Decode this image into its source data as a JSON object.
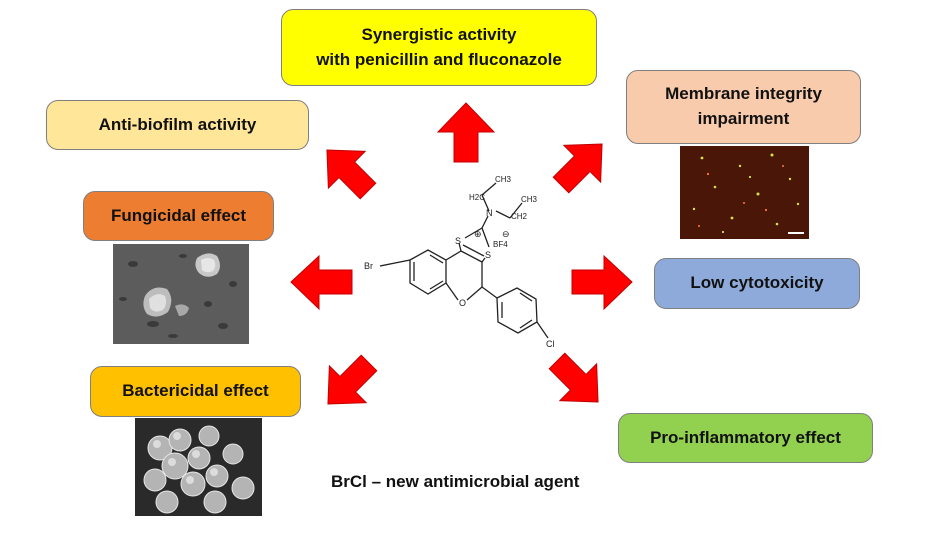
{
  "boxes": {
    "synergy": {
      "line1": "Synergistic activity",
      "line2": "with penicillin and fluconazole",
      "color": "#ffff00"
    },
    "antibiofilm": {
      "label": "Anti-biofilm activity",
      "color": "#ffe699"
    },
    "membrane": {
      "line1": "Membrane integrity",
      "line2": "impairment",
      "color": "#f8cbad"
    },
    "fungicidal": {
      "label": "Fungicidal effect",
      "color": "#ed7d31"
    },
    "cytotoxicity": {
      "label": "Low cytotoxicity",
      "color": "#8eaadb"
    },
    "bactericidal": {
      "label": "Bactericidal effect",
      "color": "#ffc000"
    },
    "proinflammatory": {
      "label": "Pro-inflammatory effect",
      "color": "#92d050"
    }
  },
  "caption": "BrCl – new antimicrobial agent",
  "arrow_color": "#ff0000",
  "molecule": {
    "labels": {
      "br": "Br",
      "o": "O",
      "s1": "S",
      "s2": "S",
      "n": "N",
      "cl": "Cl",
      "ch2_left": "H2C",
      "ch2_right": "CH2",
      "ch3_left": "CH3",
      "ch3_right": "CH3",
      "bf4": "BF4",
      "plus": "⊕",
      "minus": "⊖"
    }
  }
}
